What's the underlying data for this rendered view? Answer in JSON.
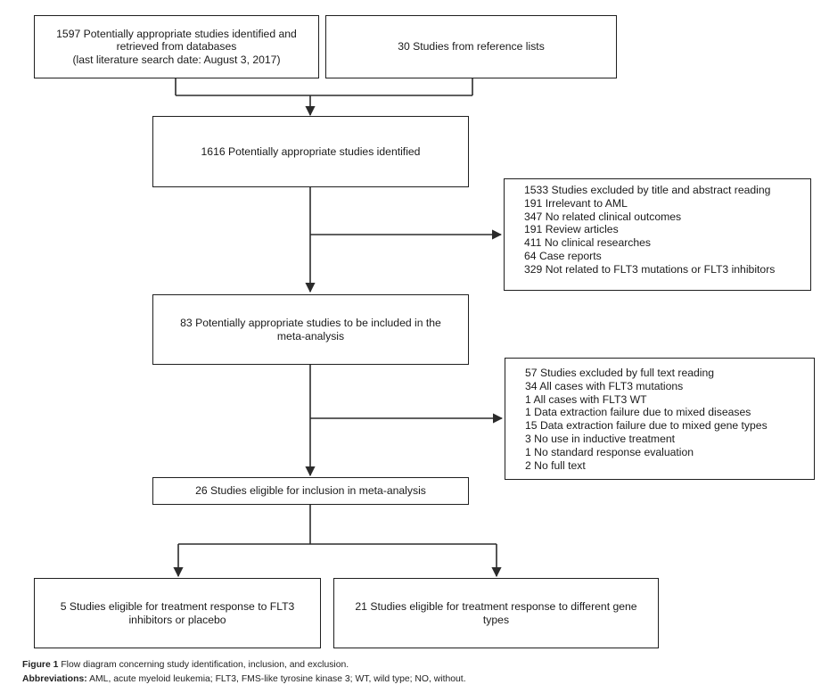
{
  "boxes": {
    "databases": {
      "line1": "1597 Potentially appropriate studies identified and",
      "line2": "retrieved from databases",
      "line3": "(last literature search date: August 3, 2017)"
    },
    "reference_lists": "30 Studies from reference lists",
    "identified": "1616 Potentially appropriate studies identified",
    "excluded_title": [
      "1533 Studies excluded by title and abstract reading",
      "191 Irrelevant to AML",
      "347 No related clinical outcomes",
      "191 Review articles",
      "411 No clinical researches",
      "64 Case reports",
      "329 Not related to FLT3 mutations or FLT3 inhibitors"
    ],
    "included": {
      "line1": "83 Potentially appropriate studies to be included in the",
      "line2": "meta-analysis"
    },
    "excluded_fulltext": [
      "57 Studies excluded by full text reading",
      "34 All cases with FLT3 mutations",
      "1 All cases with FLT3 WT",
      "1 Data extraction failure due to mixed diseases",
      "15 Data extraction failure due to mixed gene types",
      "3 No use in inductive treatment",
      "1 No standard response evaluation",
      "2 No full text"
    ],
    "eligible": "26 Studies eligible for inclusion in meta-analysis",
    "treatment_inhibitors": {
      "line1": "5 Studies eligible for treatment response to FLT3",
      "line2": "inhibitors or placebo"
    },
    "gene_types": {
      "line1": "21 Studies eligible for treatment response to different gene",
      "line2": "types"
    }
  },
  "caption": {
    "figure_label": "Figure 1",
    "figure_text": "Flow diagram concerning study identification, inclusion, and exclusion.",
    "abbrev_label": "Abbreviations:",
    "abbrev_text": "AML, acute myeloid leukemia; FLT3, FMS-like tyrosine kinase 3; WT, wild type; NO, without."
  },
  "colors": {
    "line": "#2b2b2b",
    "text": "#1a1a1a"
  }
}
